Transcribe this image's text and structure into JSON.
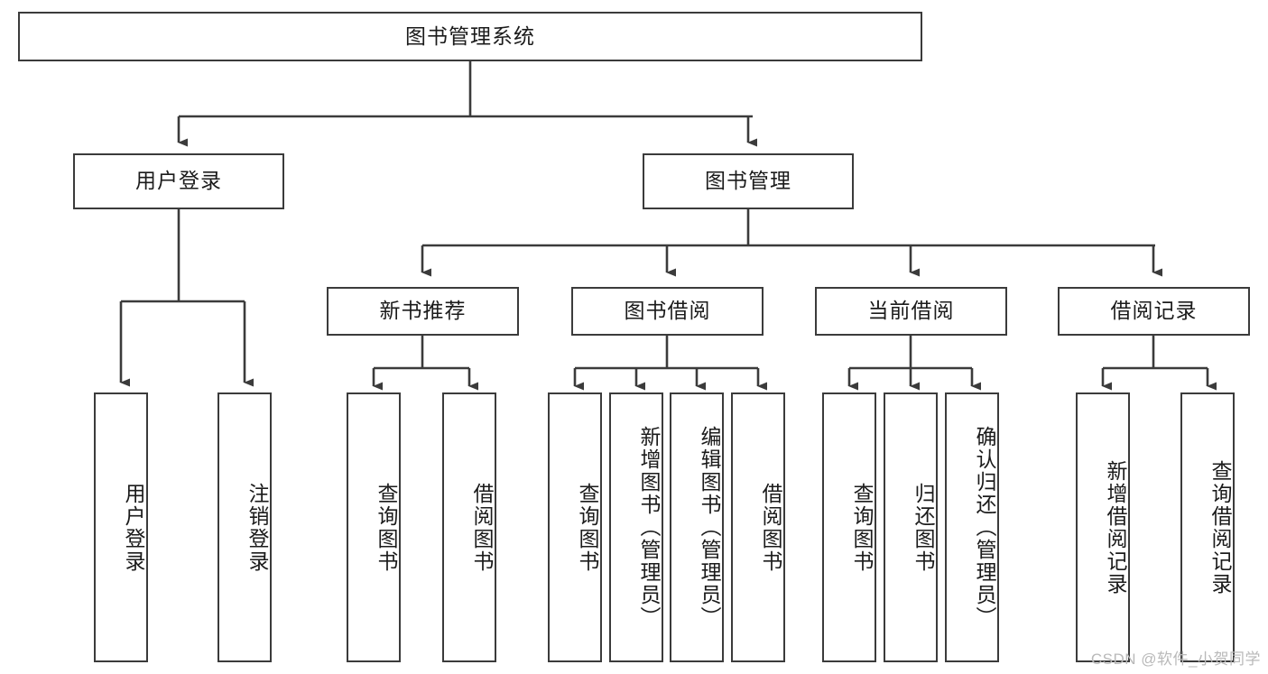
{
  "diagram": {
    "title": "图书管理系统",
    "type": "tree-hierarchy",
    "colors": {
      "border": "#3b3b3b",
      "background": "#ffffff",
      "text": "#1b1b1b",
      "watermark": "#b9b9b9"
    },
    "root": {
      "label": "图书管理系统"
    },
    "level1": [
      {
        "id": "user-login",
        "label": "用户登录"
      },
      {
        "id": "book-management",
        "label": "图书管理"
      }
    ],
    "level2": [
      {
        "id": "new-book-recommend",
        "label": "新书推荐",
        "parent": "book-management"
      },
      {
        "id": "book-borrow",
        "label": "图书借阅",
        "parent": "book-management"
      },
      {
        "id": "current-borrow",
        "label": "当前借阅",
        "parent": "book-management"
      },
      {
        "id": "borrow-record",
        "label": "借阅记录",
        "parent": "book-management"
      }
    ],
    "leaves": [
      {
        "id": "leaf-user-login",
        "label": "用户登录",
        "parent": "user-login"
      },
      {
        "id": "leaf-logout-login",
        "label": "注销登录",
        "parent": "user-login"
      },
      {
        "id": "leaf-query-book-1",
        "label": "查询图书",
        "parent": "new-book-recommend"
      },
      {
        "id": "leaf-borrow-book-1",
        "label": "借阅图书",
        "parent": "new-book-recommend"
      },
      {
        "id": "leaf-query-book-2",
        "label": "查询图书",
        "parent": "book-borrow"
      },
      {
        "id": "leaf-add-book",
        "label": "新增图书（管理员）",
        "parent": "book-borrow"
      },
      {
        "id": "leaf-edit-book",
        "label": "编辑图书（管理员）",
        "parent": "book-borrow"
      },
      {
        "id": "leaf-borrow-book-2",
        "label": "借阅图书",
        "parent": "book-borrow"
      },
      {
        "id": "leaf-query-book-3",
        "label": "查询图书",
        "parent": "current-borrow"
      },
      {
        "id": "leaf-return-book",
        "label": "归还图书",
        "parent": "current-borrow"
      },
      {
        "id": "leaf-confirm-return",
        "label": "确认归还（管理员）",
        "parent": "current-borrow"
      },
      {
        "id": "leaf-add-record",
        "label": "新增借阅记录",
        "parent": "borrow-record"
      },
      {
        "id": "leaf-query-record",
        "label": "查询借阅记录",
        "parent": "borrow-record"
      }
    ]
  },
  "watermark": {
    "text": "CSDN @软件_小贺同学"
  }
}
